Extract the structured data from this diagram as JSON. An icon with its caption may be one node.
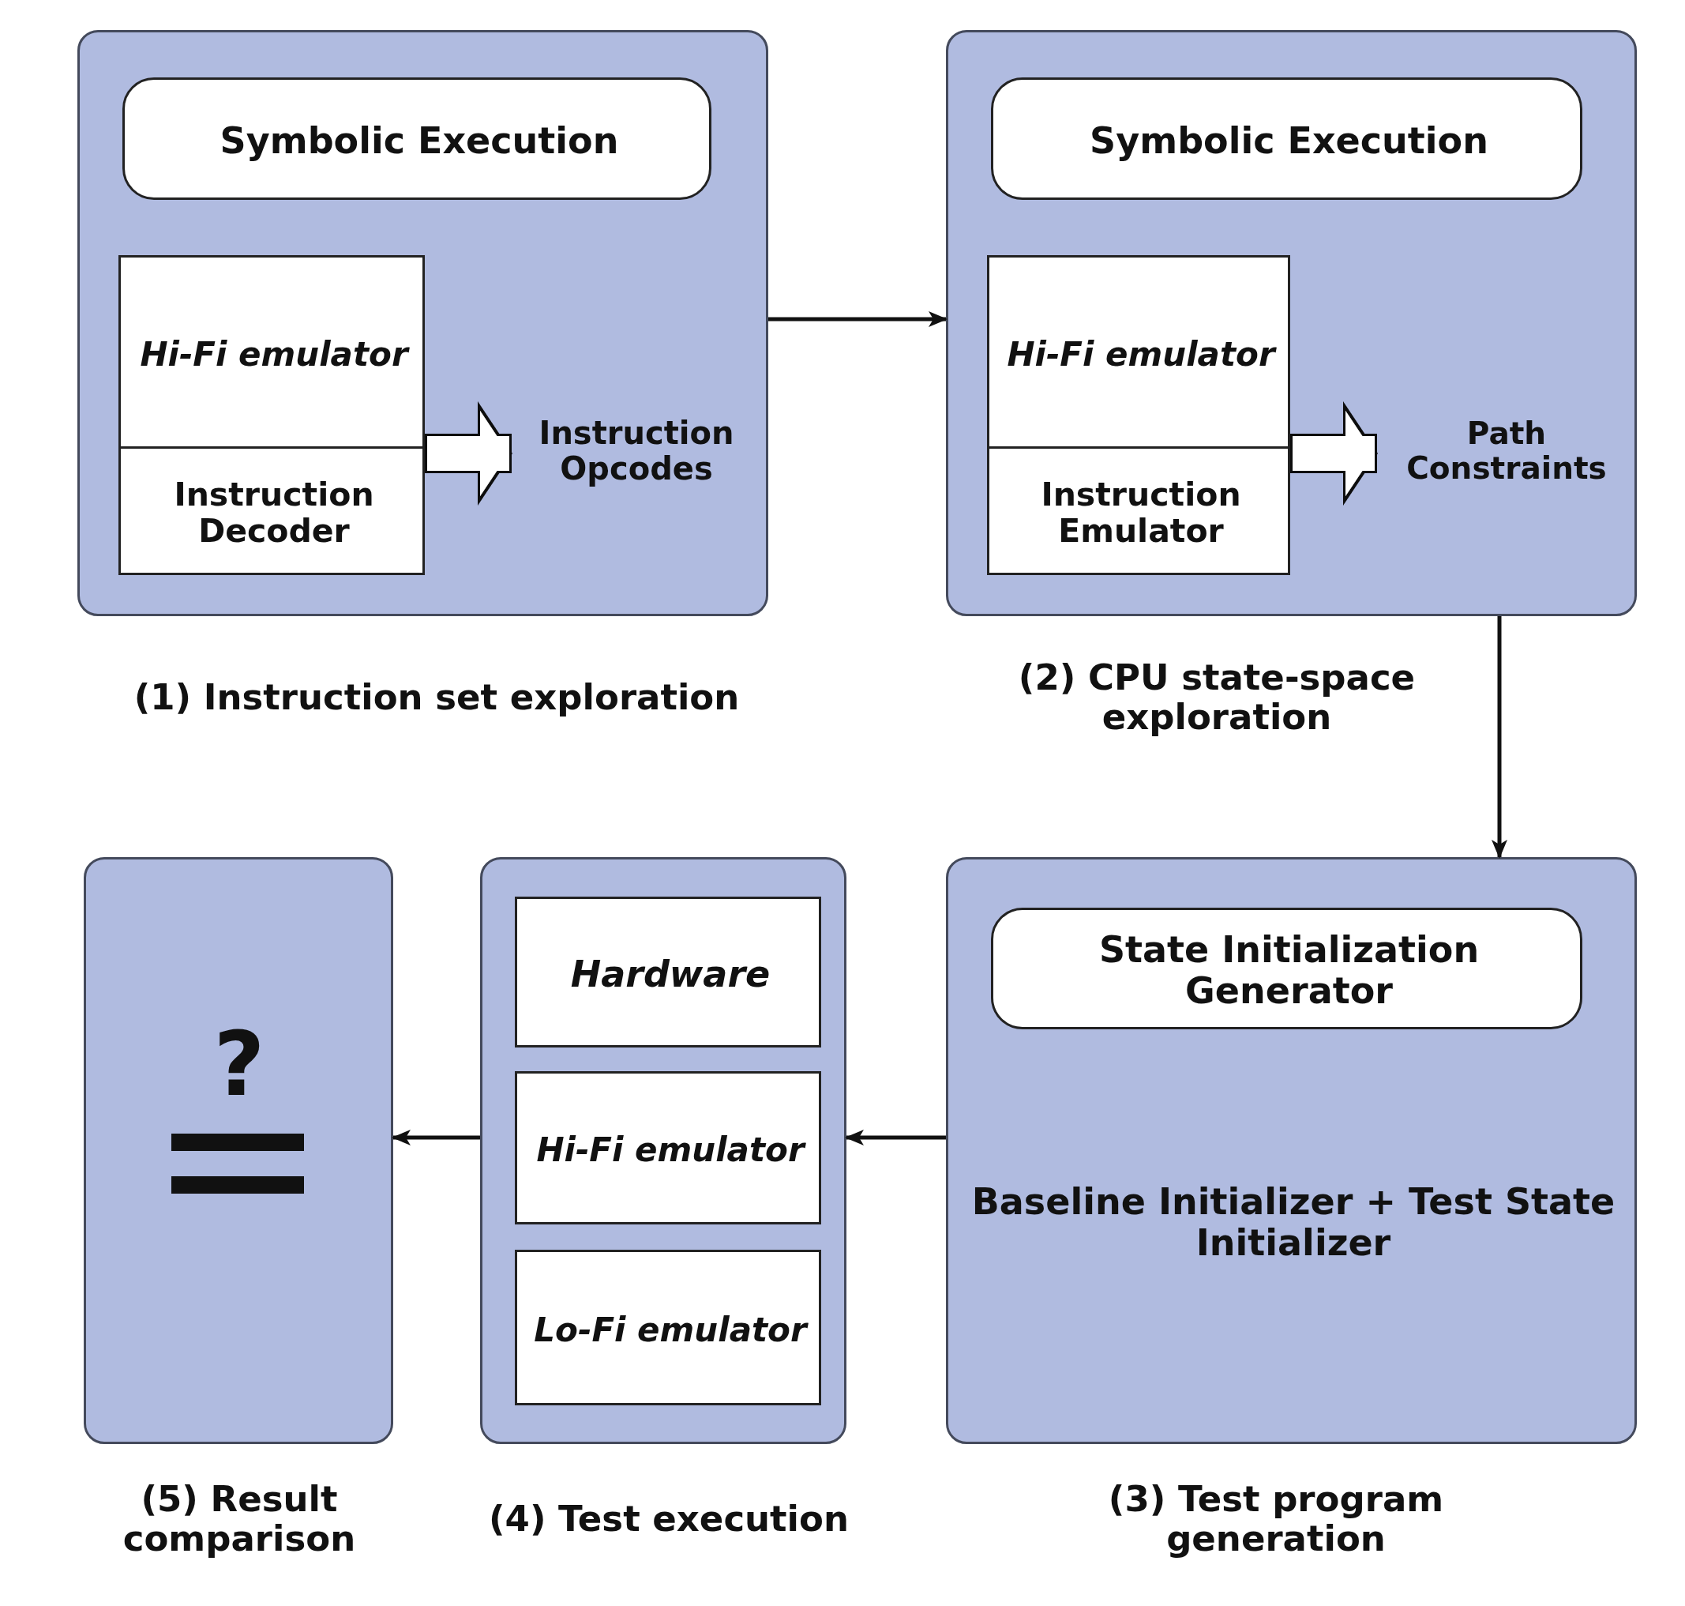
{
  "diagram": {
    "nodes": [
      {
        "text": [
          "(1) Instruction set exploration"
        ]
      },
      {
        "text": [
          "Symbolic Execution"
        ],
        "in": 0
      },
      {
        "text": [
          "Hi-Fi emulator"
        ],
        "in": 0
      },
      {
        "text": [
          "Instruction Decoder"
        ],
        "in": 0
      },
      {
        "text": [
          "Instruction Opcodes"
        ],
        "in": 0
      },
      {
        "text": [
          "(2) CPU state-space exploration"
        ]
      },
      {
        "text": [
          "Symbolic Execution"
        ],
        "in": 5
      },
      {
        "text": [
          "Hi-Fi emulator"
        ],
        "in": 5
      },
      {
        "text": [
          "Instruction Emulator"
        ],
        "in": 5
      },
      {
        "text": [
          "Path Constraints"
        ],
        "in": 5
      },
      {
        "text": [
          "Baseline Initializer + Test State Initializer",
          "(3) Test program generation"
        ]
      },
      {
        "text": [
          "State Initialization Generator"
        ],
        "in": 10
      },
      {
        "text": [
          "(4) Test execution"
        ]
      },
      {
        "text": [
          "Hardware"
        ],
        "in": 12
      },
      {
        "text": [
          "Hi-Fi emulator"
        ],
        "in": 12
      },
      {
        "text": [
          "Lo-Fi emulator"
        ],
        "in": 12
      },
      {
        "text": [
          "?",
          "(5) Result comparison"
        ]
      }
    ],
    "edges": [
      {
        "from": 0,
        "to": 5,
        "arrow": "to"
      },
      {
        "from": 5,
        "to": 10,
        "arrow": "to"
      },
      {
        "from": 10,
        "to": 12,
        "arrow": "to"
      },
      {
        "from": 12,
        "to": 16,
        "arrow": "to"
      },
      {
        "from": 3,
        "to": 4,
        "arrow": "to",
        "style": "thick"
      },
      {
        "from": 8,
        "to": 9,
        "arrow": "to",
        "style": "thick"
      }
    ]
  }
}
